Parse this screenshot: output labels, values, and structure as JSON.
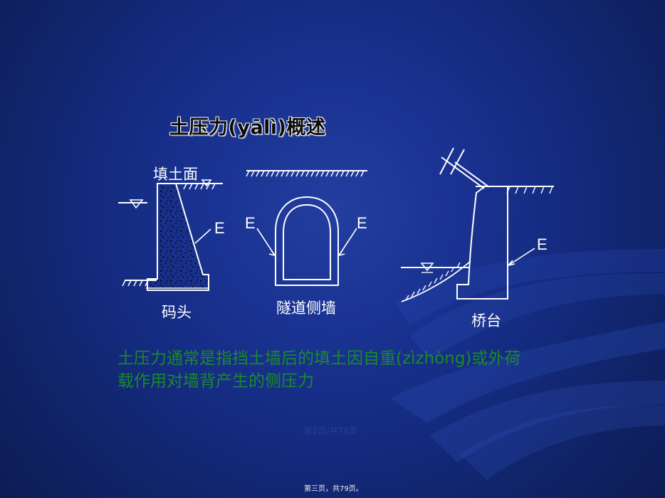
{
  "slide": {
    "title": "土压力(yālì)概述",
    "labels": {
      "fill_surface": "填土面",
      "wharf": "码头",
      "tunnel_side_wall": "隧道侧墙",
      "abutment": "桥台",
      "e_left": "E",
      "e_mid_left": "E",
      "e_mid_right": "E",
      "e_right": "E"
    },
    "body": {
      "line1": "土压力通常是指挡土墙后的填土因自重(zìzhòng)或外荷",
      "line2": "载作用对墙背产生的侧压力"
    },
    "page_counter": "第2页/共78页",
    "footer": "第三页，共79页。"
  },
  "colors": {
    "background": "#142b80",
    "title": "#0b0b0b",
    "body_text": "#1a8a2a",
    "diagram_lines": "#ffffff",
    "diagram_fill": "#1c3b8f",
    "swoosh": "#2d4cb3"
  },
  "icons": {
    "water_level": "water-level-icon"
  }
}
